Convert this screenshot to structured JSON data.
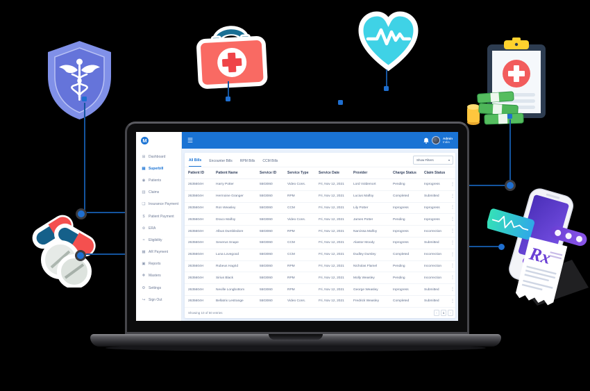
{
  "window": {
    "background": "#000000"
  },
  "logo": {
    "letter": "M"
  },
  "topbar": {
    "hamburger_icon": "☰",
    "user": {
      "name": "Admin",
      "location": "India"
    }
  },
  "sidebar": {
    "items": [
      {
        "icon": "⊞",
        "label": "Dashboard"
      },
      {
        "icon": "▤",
        "label": "Superbill",
        "active": true
      },
      {
        "icon": "◉",
        "label": "Patients"
      },
      {
        "icon": "▥",
        "label": "Claims"
      },
      {
        "icon": "❑",
        "label": "Insurance Payment"
      },
      {
        "icon": "$",
        "label": "Patient Payment"
      },
      {
        "icon": "⊚",
        "label": "ERA"
      },
      {
        "icon": "≈",
        "label": "Eligibility"
      },
      {
        "icon": "▦",
        "label": "AR Payment"
      },
      {
        "icon": "▣",
        "label": "Reports"
      },
      {
        "icon": "❖",
        "label": "Masters"
      },
      {
        "icon": "⚙",
        "label": "Settings"
      },
      {
        "icon": "↪",
        "label": "Sign Out"
      }
    ]
  },
  "tabs": [
    {
      "label": "All Bills",
      "active": true
    },
    {
      "label": "Encounter Bills"
    },
    {
      "label": "RPM Bills"
    },
    {
      "label": "CCM Bills"
    }
  ],
  "filters_button": {
    "label": "Show Filters",
    "caret": "▾"
  },
  "table": {
    "menu_icon": "⋮",
    "columns": {
      "patient_id": "Patient ID",
      "patient_name": "Patient Name",
      "service_id": "Service ID",
      "service_type": "Service Type",
      "service_date": "Service Date",
      "provider": "Provider",
      "charge_status": "Charge Status",
      "claim_status": "Claim Status"
    },
    "rows": [
      {
        "patient_id": "2635604H",
        "patient_name": "Harry Potter",
        "service_id": "5503060",
        "service_type": "Video Cons.",
        "service_date": "Fri, Nov 12, 2021",
        "provider": "Lord Voldemort",
        "charge_status": "Pending",
        "claim_status": "Inprogress"
      },
      {
        "patient_id": "2635604H",
        "patient_name": "Hermoine Granger",
        "service_id": "5503060",
        "service_type": "RPM",
        "service_date": "Fri, Nov 12, 2021",
        "provider": "Lucius Malfoy",
        "charge_status": "Completed",
        "claim_status": "Submitted"
      },
      {
        "patient_id": "2635604H",
        "patient_name": "Ron Weasley",
        "service_id": "5503060",
        "service_type": "CCM",
        "service_date": "Fri, Nov 12, 2021",
        "provider": "Lily Potter",
        "charge_status": "Inprogress",
        "claim_status": "Inprogress"
      },
      {
        "patient_id": "2635604H",
        "patient_name": "Draco Malfoy",
        "service_id": "5503060",
        "service_type": "Video Cons.",
        "service_date": "Fri, Nov 12, 2021",
        "provider": "James Potter",
        "charge_status": "Pending",
        "claim_status": "Inprogress"
      },
      {
        "patient_id": "2635604H",
        "patient_name": "Albus Dumbledore",
        "service_id": "5503060",
        "service_type": "RPM",
        "service_date": "Fri, Nov 12, 2021",
        "provider": "Narcissa Malfoy",
        "charge_status": "Inprogress",
        "claim_status": "Incorrection"
      },
      {
        "patient_id": "2635604H",
        "patient_name": "Severus Snape",
        "service_id": "5503060",
        "service_type": "CCM",
        "service_date": "Fri, Nov 12, 2021",
        "provider": "Alastor Moody",
        "charge_status": "Inprogress",
        "claim_status": "Submitted"
      },
      {
        "patient_id": "2635604H",
        "patient_name": "Luna Lovegood",
        "service_id": "5503060",
        "service_type": "CCM",
        "service_date": "Fri, Nov 12, 2021",
        "provider": "Dudley Dursley",
        "charge_status": "Completed",
        "claim_status": "Incorrection"
      },
      {
        "patient_id": "2635604H",
        "patient_name": "Rubeus Hagrid",
        "service_id": "5503060",
        "service_type": "RPM",
        "service_date": "Fri, Nov 12, 2021",
        "provider": "Nicholas Flamel",
        "charge_status": "Pending",
        "claim_status": "Incorrection"
      },
      {
        "patient_id": "2635604H",
        "patient_name": "Sirius Black",
        "service_id": "5503060",
        "service_type": "RPM",
        "service_date": "Fri, Nov 12, 2021",
        "provider": "Molly Weasley",
        "charge_status": "Pending",
        "claim_status": "Incorrection"
      },
      {
        "patient_id": "2635604H",
        "patient_name": "Neville Longbottom",
        "service_id": "5503060",
        "service_type": "RPM",
        "service_date": "Fri, Nov 12, 2021",
        "provider": "George Weasley",
        "charge_status": "Inprogress",
        "claim_status": "Submitted"
      },
      {
        "patient_id": "2635604H",
        "patient_name": "Bellatrix Lestrange",
        "service_id": "5503060",
        "service_type": "Video Cons.",
        "service_date": "Fri, Nov 12, 2021",
        "provider": "Fredrick Weasley",
        "charge_status": "Completed",
        "claim_status": "Submitted"
      }
    ]
  },
  "table_footer": {
    "showing": "Showing 10 of 50 entries",
    "pagination": [
      {
        "label": "‹"
      },
      {
        "label": "1",
        "active": true
      },
      {
        "label": "›"
      }
    ]
  },
  "accent": {
    "primary": "#1A73D4",
    "connector": "#1F6FD0"
  },
  "illustrations": {
    "shield": {
      "name": "medical-shield-caduceus",
      "outer": "#8090E8",
      "inner": "#6574DA"
    },
    "first_aid_kit": {
      "body": "#F96A63",
      "handle": "#1A6F94",
      "cross": "#EF4448"
    },
    "heart_pulse": {
      "fill": "#3FD2E6",
      "outline": "#FFFFFF"
    },
    "clipboard_money": {
      "board": "#2D3C50",
      "clip": "#FFD22E",
      "cross_circle": "#F25C5C",
      "bills": "#55BD5F",
      "coins": "#FFC63E"
    },
    "pills": {
      "capsule_red": "#F4504F",
      "capsule_teal": "#15608A",
      "tablet": "#E6EAE7"
    },
    "phone": {
      "screen_from": "#4A2FB8",
      "screen_to": "#7A52E8",
      "ecg_from": "#35E0B8",
      "ecg_to": "#2FA8E8",
      "bar": "#7B46D6",
      "rx_label": "Rx"
    }
  }
}
